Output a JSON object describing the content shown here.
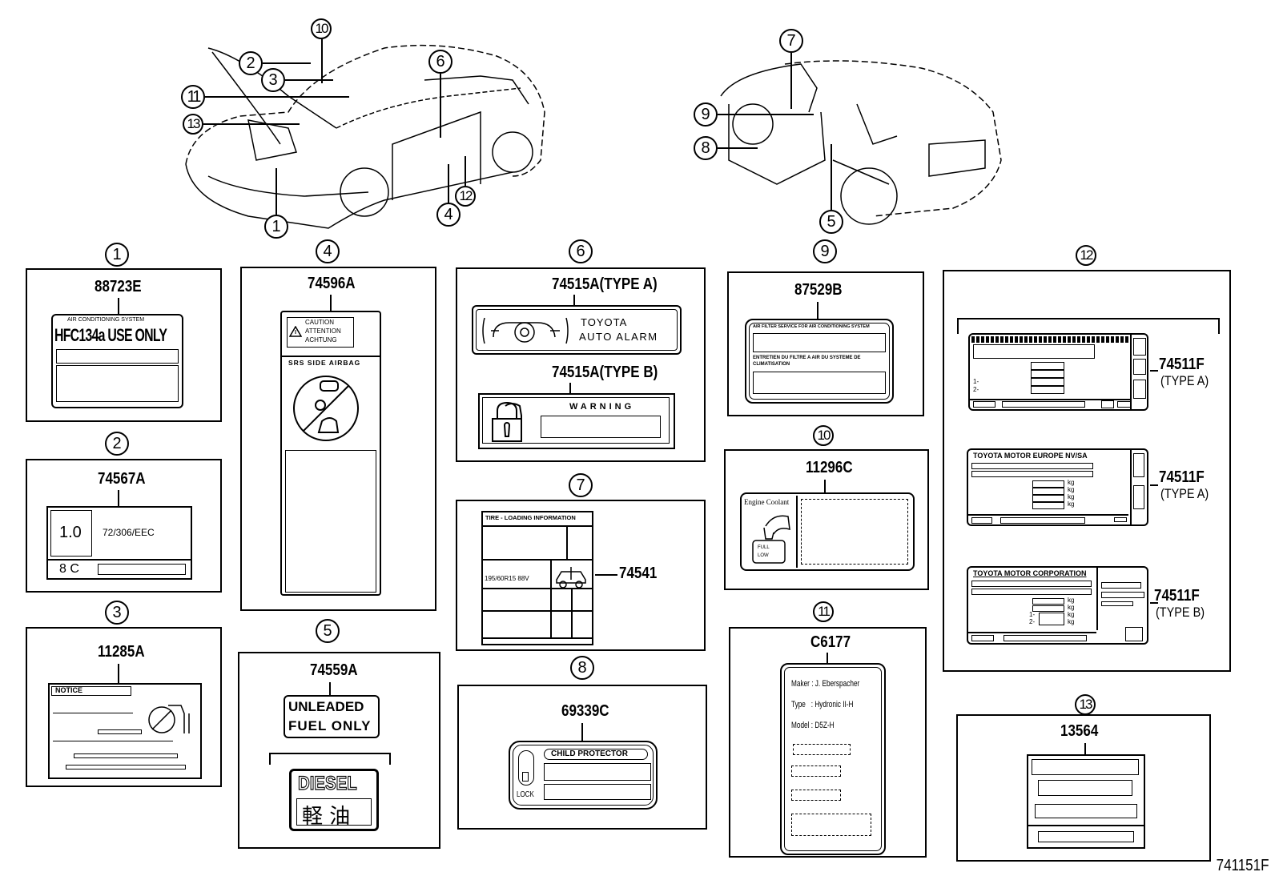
{
  "diagram": {
    "drawing_code": "741151F",
    "overview": {
      "front_view_callouts": [
        "10",
        "2",
        "3",
        "11",
        "13",
        "6",
        "1",
        "4",
        "12"
      ],
      "rear_view_callouts": [
        "7",
        "9",
        "8",
        "5"
      ]
    },
    "panels": [
      {
        "index": "1",
        "part_no": "88723E",
        "label": {
          "header": "AIR CONDITIONING SYSTEM",
          "main": "HFC134a USE ONLY"
        }
      },
      {
        "index": "2",
        "part_no": "74567A",
        "label": {
          "value": "1.0",
          "code": "72/306/EEC",
          "bottom": "8 C"
        }
      },
      {
        "index": "3",
        "part_no": "11285A",
        "label": {
          "header": "NOTICE"
        }
      },
      {
        "index": "4",
        "part_no": "74596A",
        "label": {
          "caution": [
            "CAUTION",
            "ATTENTION",
            "ACHTUNG"
          ],
          "title": "SRS SIDE AIRBAG"
        }
      },
      {
        "index": "5",
        "part_no": "74559A",
        "label": {
          "line1": "UNLEADED",
          "line2": "FUEL ONLY",
          "alt_line1": "DIESEL",
          "alt_line2": "軽 油"
        }
      },
      {
        "index": "6",
        "variants": [
          {
            "part_no": "74515A(TYPE A)",
            "line1": "TOYOTA",
            "line2": "AUTO ALARM"
          },
          {
            "part_no": "74515A(TYPE B)",
            "line1": "WARNING"
          }
        ]
      },
      {
        "index": "7",
        "part_no": "74541",
        "label": {
          "header": "TIRE - LOADING INFORMATION",
          "tire": "195/60R15  88V"
        }
      },
      {
        "index": "8",
        "part_no": "69339C",
        "label": {
          "header": "CHILD PROTECTOR",
          "lock": "LOCK"
        }
      },
      {
        "index": "9",
        "part_no": "87529B",
        "label": {
          "header": "AIR FILTER SERVICE FOR AIR CONDITIONING SYSTEM",
          "french": "ENTRETIEN DU FILTRE A AIR DU SYSTEME DE CLIMATISATION"
        }
      },
      {
        "index": "10",
        "part_no": "11296C",
        "label": {
          "header": "Engine Coolant",
          "full": "FULL",
          "low": "LOW"
        }
      },
      {
        "index": "11",
        "part_no": "C6177",
        "label": {
          "maker": "Maker : J. Eberspacher",
          "type": "Type   : Hydronic II-H",
          "model": "Model : D5Z-H"
        }
      },
      {
        "index": "12",
        "variants": [
          {
            "part_no": "74511F",
            "type": "(TYPE A)",
            "rows": [
              "1-",
              "2-"
            ]
          },
          {
            "part_no": "74511F",
            "type": "(TYPE A)",
            "header": "TOYOTA MOTOR EUROPE NV/SA",
            "units": [
              "kg",
              "kg",
              "kg",
              "kg"
            ]
          },
          {
            "part_no": "74511F",
            "type": "(TYPE B)",
            "header": "TOYOTA MOTOR CORPORATION",
            "units": [
              "kg",
              "kg",
              "kg",
              "kg"
            ],
            "rows": [
              "1-",
              "2-"
            ]
          }
        ]
      },
      {
        "index": "13",
        "part_no": "13564"
      }
    ]
  }
}
